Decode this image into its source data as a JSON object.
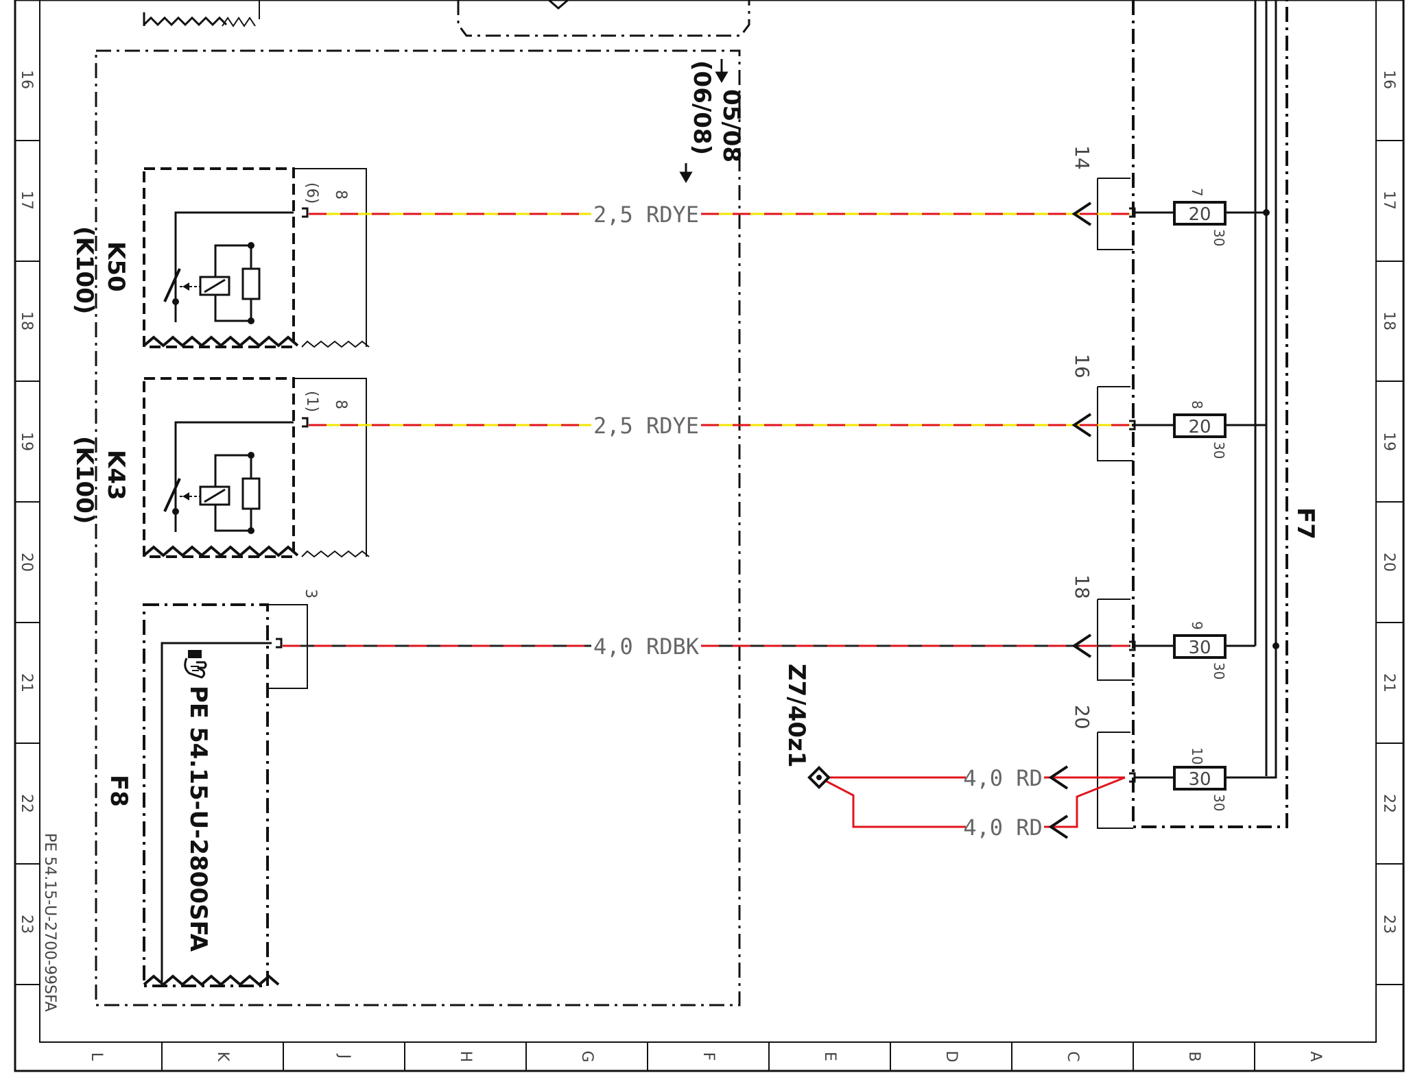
{
  "frame": {
    "row_labels": [
      "16",
      "17",
      "18",
      "19",
      "20",
      "21",
      "22",
      "23"
    ],
    "column_labels": [
      "L",
      "K",
      "J",
      "H",
      "G",
      "F",
      "E",
      "D",
      "C",
      "B",
      "A"
    ],
    "sheet_id": "PE 54.15-U-2700-99SFA"
  },
  "reference": {
    "line1": "05/08",
    "line2": "(06/08)"
  },
  "components": {
    "k50": {
      "name": "K50",
      "sub": "(K100)",
      "pin": "8",
      "pin_alt": "(6)"
    },
    "k43": {
      "name": "K43",
      "sub": "(K100)",
      "pin": "8",
      "pin_alt": "(1)"
    },
    "f8": {
      "name": "F8",
      "pin": "3",
      "note": "PE 54.15-U-2800SFA"
    },
    "f7": {
      "name": "F7"
    },
    "splice": {
      "name": "Z7/40z1"
    }
  },
  "wires": [
    {
      "label": "2,5 RDYE",
      "colors": [
        "#e0141c",
        "#f3e600"
      ]
    },
    {
      "label": "2,5 RDYE",
      "colors": [
        "#e0141c",
        "#f3e600"
      ]
    },
    {
      "label": "4,0 RDBK",
      "colors": [
        "#e0141c",
        "#222222"
      ]
    },
    {
      "label": "4,0 RD",
      "colors": [
        "#e0141c"
      ]
    },
    {
      "label": "4,0 RD",
      "colors": [
        "#e0141c"
      ]
    }
  ],
  "connector_pins": [
    "14",
    "16",
    "18",
    "20"
  ],
  "fuses": [
    {
      "number": "7",
      "rating": "20",
      "terminal": "30"
    },
    {
      "number": "8",
      "rating": "20",
      "terminal": "30"
    },
    {
      "number": "9",
      "rating": "30",
      "terminal": "30"
    },
    {
      "number": "10",
      "rating": "30",
      "terminal": "30"
    }
  ],
  "colors": {
    "ink": "#111111",
    "frame_ink": "#444444",
    "red": "#e0141c",
    "yellow": "#f3e600",
    "black_stripe": "#222222"
  }
}
